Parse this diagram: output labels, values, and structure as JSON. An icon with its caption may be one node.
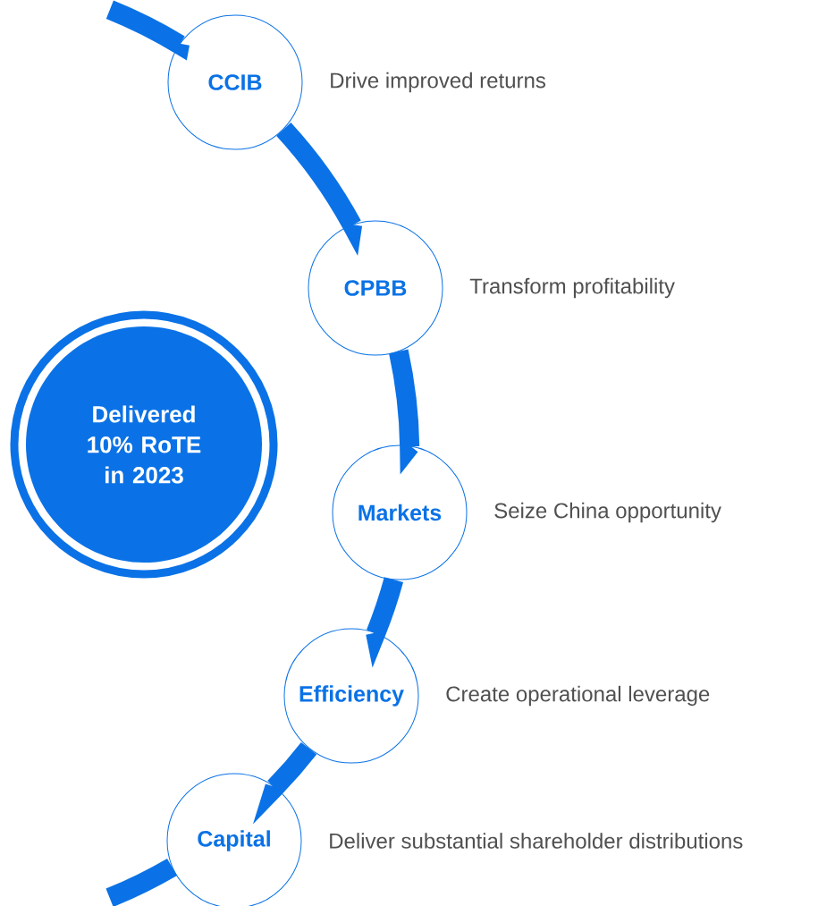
{
  "diagram": {
    "nodes": [
      {
        "text": [
          "Delivered 10% RoTE in 2023"
        ]
      },
      {
        "text": [
          "CCIB"
        ],
        "beside": [
          "Drive improved returns"
        ]
      },
      {
        "text": [
          "CPBB"
        ],
        "beside": [
          "Transform profitability"
        ]
      },
      {
        "text": [
          "Markets"
        ],
        "beside": [
          "Seize China opportunity"
        ]
      },
      {
        "text": [
          "Efficiency"
        ],
        "beside": [
          "Create operational leverage"
        ]
      },
      {
        "text": [
          "Capital"
        ],
        "beside": [
          "Deliver substantial shareholder distributions"
        ]
      }
    ],
    "edges": [
      {
        "from": null,
        "to": 1,
        "arrow": "none"
      },
      {
        "from": 1,
        "to": 2,
        "arrow": "none"
      },
      {
        "from": 2,
        "to": 3,
        "arrow": "none"
      },
      {
        "from": 3,
        "to": 4,
        "arrow": "none"
      },
      {
        "from": 4,
        "to": 5,
        "arrow": "none"
      },
      {
        "from": 5,
        "to": null,
        "arrow": "none"
      }
    ]
  }
}
